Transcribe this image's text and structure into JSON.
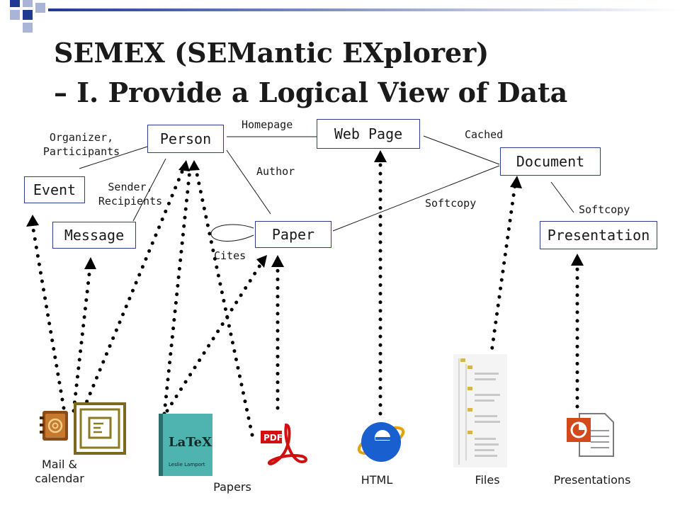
{
  "title": {
    "line1": "SEMEX (SEMantic EXplorer)",
    "line2": "– I. Provide a Logical View of Data"
  },
  "nodes": {
    "person": "Person",
    "web_page": "Web Page",
    "document": "Document",
    "event": "Event",
    "message": "Message",
    "paper": "Paper",
    "presentation": "Presentation"
  },
  "edge_labels": {
    "organizer": "Organizer,\nParticipants",
    "homepage": "Homepage",
    "cached": "Cached",
    "author": "Author",
    "sender": "Sender,\nRecipients",
    "softcopy_paper": "Softcopy",
    "softcopy_presentation": "Softcopy",
    "cites": "Cites"
  },
  "sources": {
    "mail": "Mail &\ncalendar",
    "papers": "Papers",
    "html": "HTML",
    "files": "Files",
    "presentations": "Presentations"
  },
  "source_icons": [
    "address-book-icon",
    "outlook-icon",
    "latex-book-icon",
    "pdf-icon",
    "internet-explorer-icon",
    "file-tree-icon",
    "powerpoint-icon"
  ],
  "pdf_badge": "PDF",
  "latex_logo": "LaTeX",
  "latex_author": "Leslie Lamport",
  "colors": {
    "node_border": "#2a3f8f",
    "arrow": "#000000",
    "deco_blue": "#1f3a93"
  }
}
